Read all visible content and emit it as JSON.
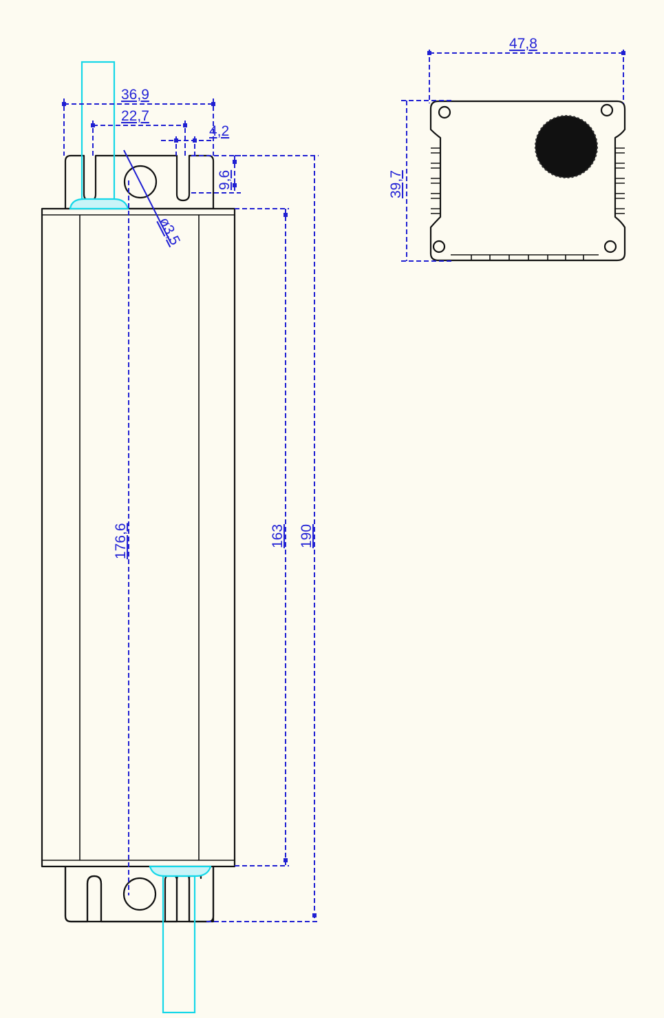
{
  "colors": {
    "background": "#fdfbf1",
    "outline": "#111111",
    "cable": "#14d7e8",
    "dimension": "#1f1fd2"
  },
  "dimensions": {
    "overall_width": "36,9",
    "slot_spacing": "22,7",
    "slot_width": "4,2",
    "slot_depth": "9,6",
    "hole_diameter": "ø3,5",
    "hole_spacing": "176,6",
    "body_length": "163",
    "overall_length": "190",
    "end_width": "47,8",
    "end_height": "39,7"
  }
}
